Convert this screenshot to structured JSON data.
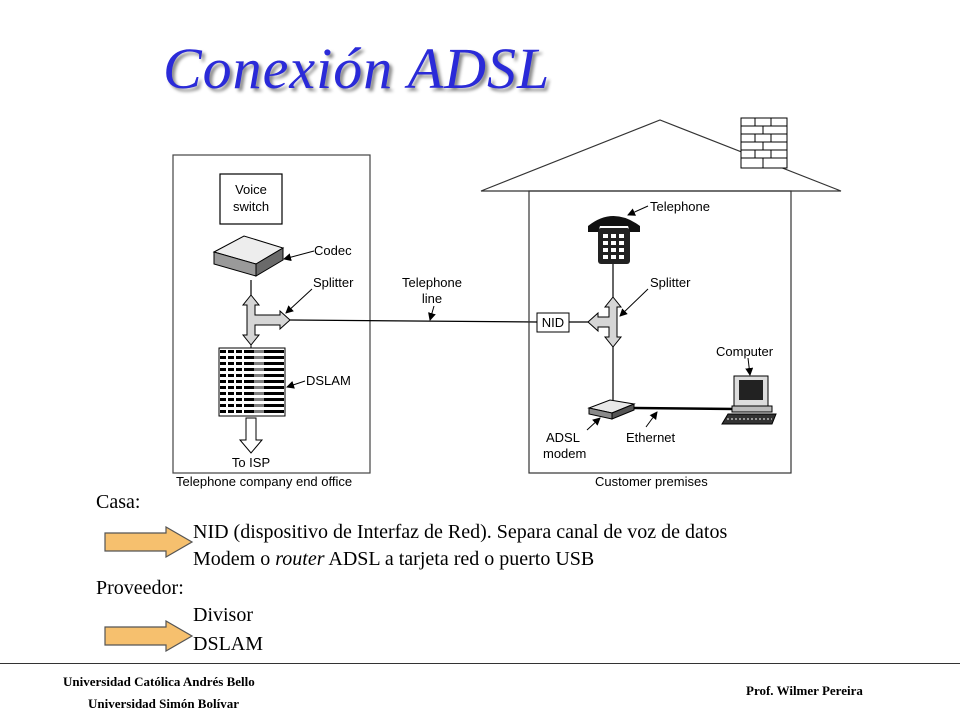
{
  "title": "Conexión ADSL",
  "diagram": {
    "labels": {
      "voice_switch_1": "Voice",
      "voice_switch_2": "switch",
      "codec": "Codec",
      "splitter_left": "Splitter",
      "telephone_line_1": "Telephone",
      "telephone_line_2": "line",
      "dslam": "DSLAM",
      "to_isp": "To ISP",
      "end_office": "Telephone company end office",
      "telephone": "Telephone",
      "nid": "NID",
      "splitter_right": "Splitter",
      "computer": "Computer",
      "adsl_modem_1": "ADSL",
      "adsl_modem_2": "modem",
      "ethernet": "Ethernet",
      "customer_premises": "Customer premises"
    }
  },
  "content": {
    "casa_heading": "Casa:",
    "casa_items": [
      "NID (dispositivo de Interfaz de Red). Separa canal de voz de datos",
      "Modem o router ADSL a tarjeta red o puerto USB"
    ],
    "casa_item2_parts": {
      "before": "Modem o ",
      "italic": "router",
      "after": " ADSL a tarjeta red o puerto USB"
    },
    "proveedor_heading": "Proveedor:",
    "proveedor_items": [
      "Divisor",
      "DSLAM"
    ]
  },
  "footer": {
    "university_1": "Universidad Católica Andrés Bello",
    "university_2": "Universidad Simón Bolívar",
    "author": "Prof. Wilmer Pereira"
  },
  "colors": {
    "title": "#2a2ad8",
    "arrow_fill": "#f6c06e",
    "arrow_stroke": "#555555"
  }
}
